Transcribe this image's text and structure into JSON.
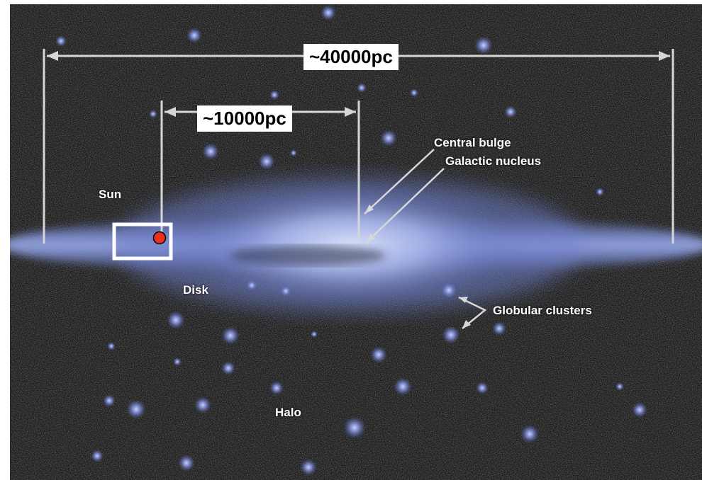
{
  "scale_labels": {
    "total_width": "~40000pc",
    "sun_to_center": "~10000pc"
  },
  "labels": {
    "sun": "Sun",
    "disk": "Disk",
    "halo": "Halo",
    "central_bulge": "Central bulge",
    "galactic_nucleus": "Galactic nucleus",
    "globular_clusters": "Globular clusters"
  },
  "colors": {
    "background": "#191919",
    "disk_glow": "#8a9ad8",
    "bulge_core": "#c8d2f5",
    "sun_marker": "#e8321e",
    "lines": "#d6d6d6"
  }
}
